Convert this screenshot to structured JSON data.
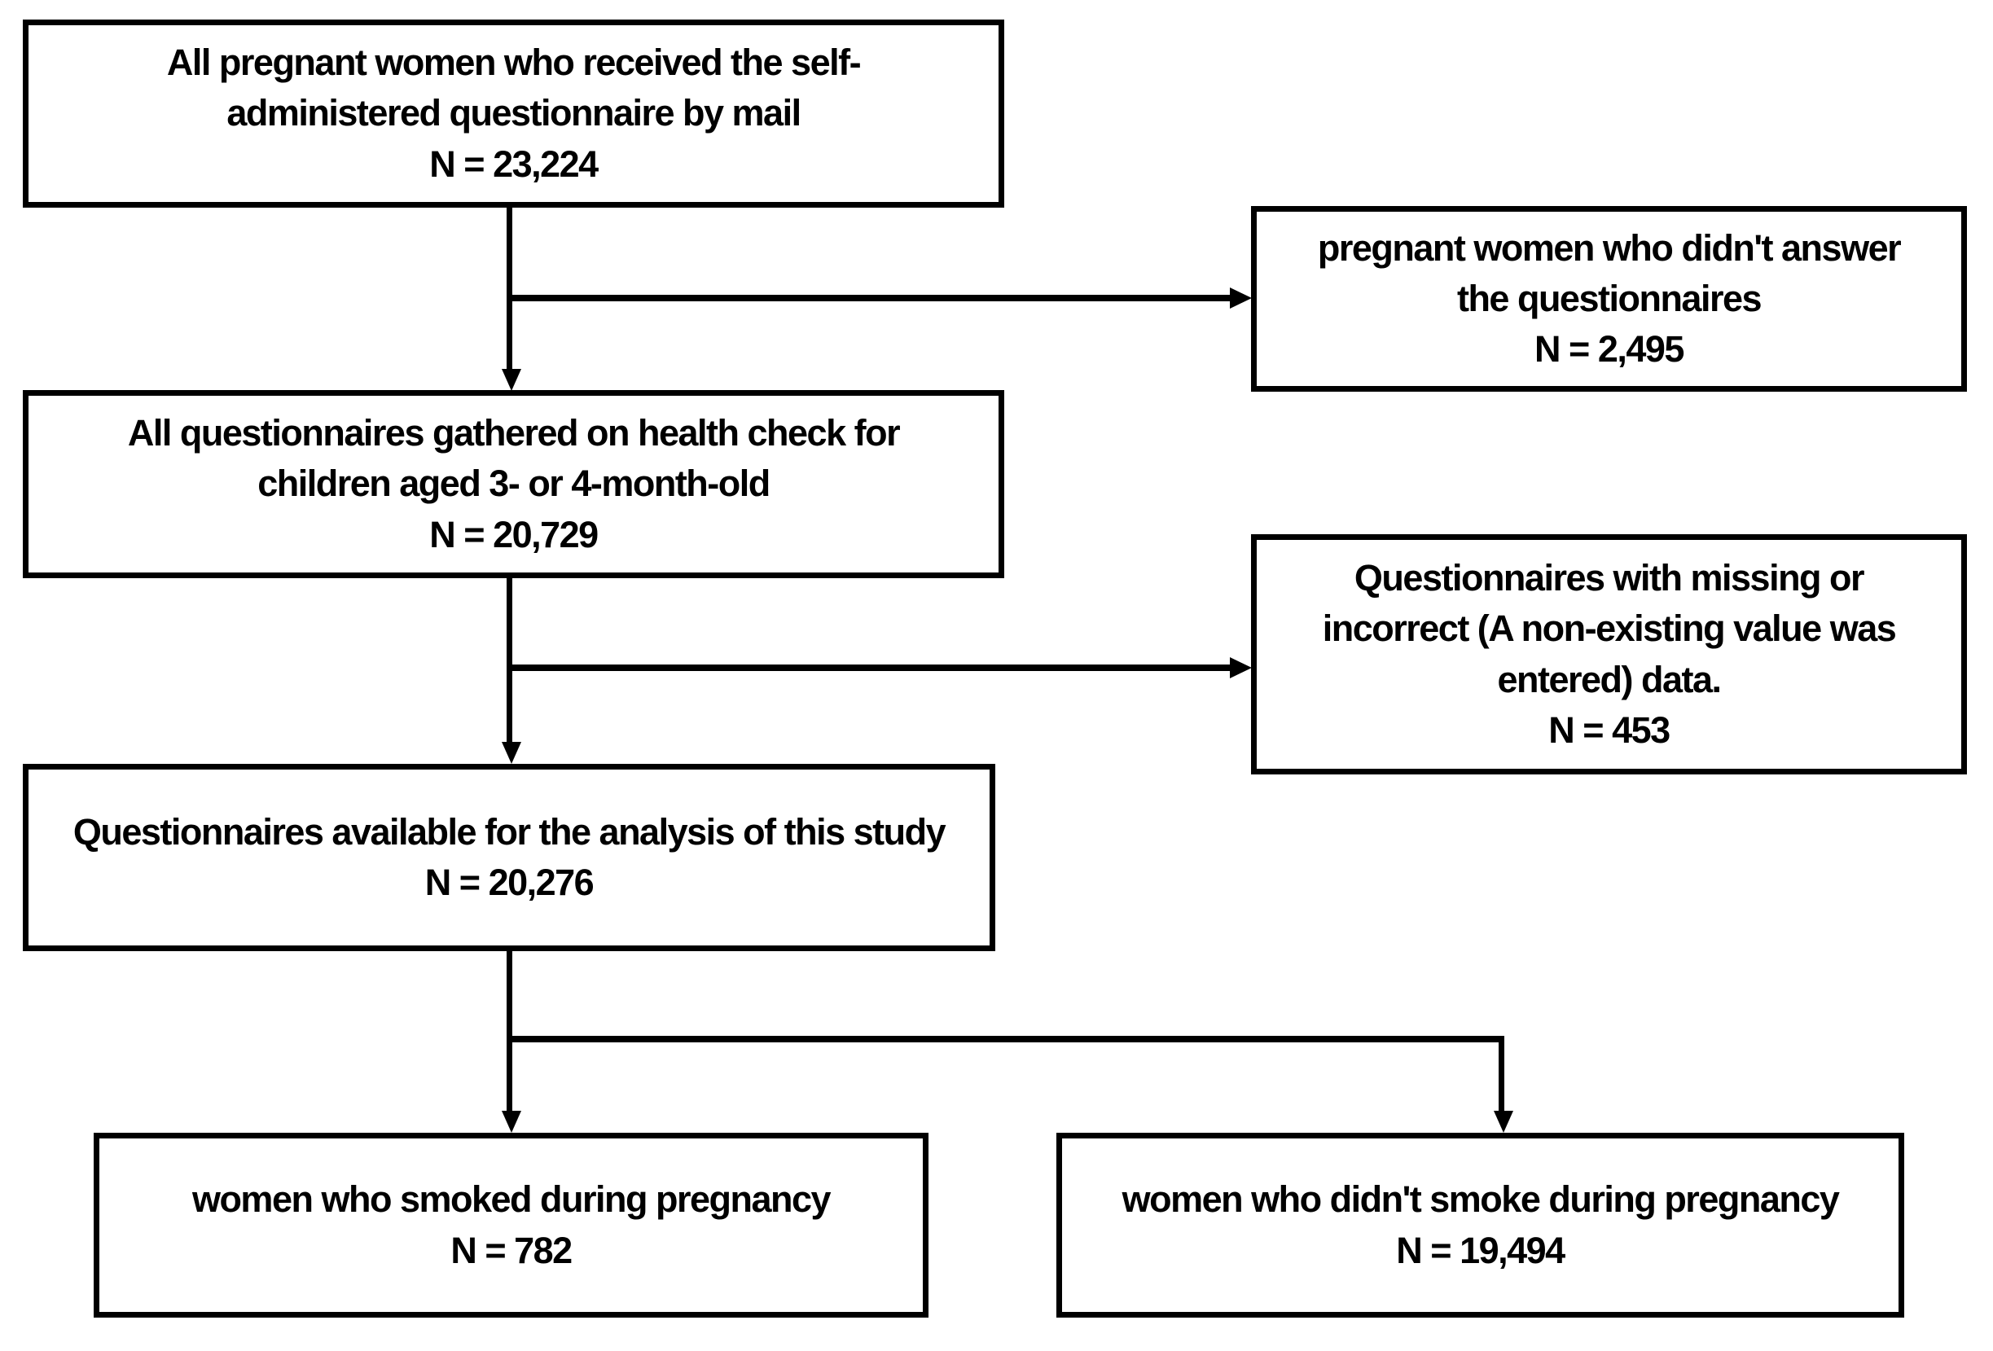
{
  "figure": {
    "type": "flow-diagram",
    "background_color": "#ffffff",
    "line_color": "#000000",
    "text_color": "#000000",
    "boxes": {
      "mail_questionnaire": {
        "text": [
          "All pregnant women who received the self-",
          "administered questionnaire by mail",
          "N = 23,224"
        ],
        "n": "23,224"
      },
      "didnt_answer": {
        "text": [
          "pregnant women who didn't answer",
          "the questionnaires",
          "N = 2,495"
        ],
        "n": "2,495"
      },
      "health_check": {
        "text": [
          "All questionnaires gathered on health check for",
          "children aged 3- or 4-month-old",
          "N = 20,729"
        ],
        "n": "20,729"
      },
      "missing_data": {
        "text": [
          "Questionnaires with missing or",
          "incorrect (A non-existing value was",
          "entered) data.",
          "N = 453"
        ],
        "n": "453"
      },
      "available": {
        "text": [
          "Questionnaires available for the analysis of this study",
          "N = 20,276"
        ],
        "n": "20,276"
      },
      "smoked": {
        "text": [
          "women who smoked during pregnancy",
          "N = 782"
        ],
        "n": "782"
      },
      "didnt_smoke": {
        "text": [
          "women who didn't smoke during pregnancy",
          "N = 19,494"
        ],
        "n": "19,494"
      }
    },
    "edges": [
      {
        "from": "mail_questionnaire",
        "to": "health_check"
      },
      {
        "from": "mail_questionnaire",
        "to": "didnt_answer"
      },
      {
        "from": "health_check",
        "to": "available"
      },
      {
        "from": "health_check",
        "to": "missing_data"
      },
      {
        "from": "available",
        "to": "smoked"
      },
      {
        "from": "available",
        "to": "didnt_smoke"
      }
    ]
  }
}
